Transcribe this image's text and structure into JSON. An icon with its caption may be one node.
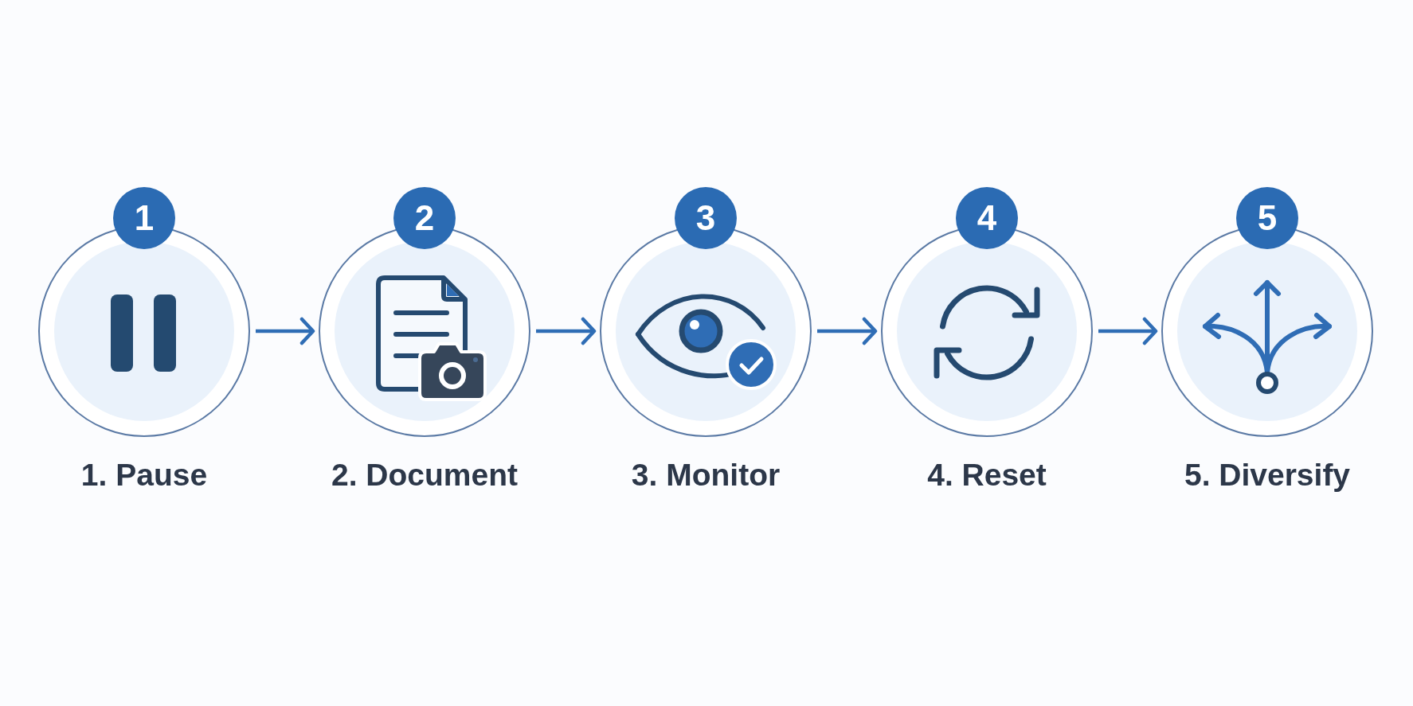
{
  "diagram": {
    "nodes": [
      {
        "text": [
          "1",
          "1. Pause"
        ]
      },
      {
        "text": [
          "2",
          "2. Document"
        ]
      },
      {
        "text": [
          "3",
          "3. Monitor"
        ]
      },
      {
        "text": [
          "4",
          "4. Reset"
        ]
      },
      {
        "text": [
          "5",
          "5. Diversify"
        ]
      }
    ],
    "edges": [
      {
        "from": 0,
        "to": 1,
        "arrow": "to"
      },
      {
        "from": 1,
        "to": 2,
        "arrow": "to"
      },
      {
        "from": 2,
        "to": 3,
        "arrow": "to"
      },
      {
        "from": 3,
        "to": 4,
        "arrow": "to"
      }
    ]
  }
}
